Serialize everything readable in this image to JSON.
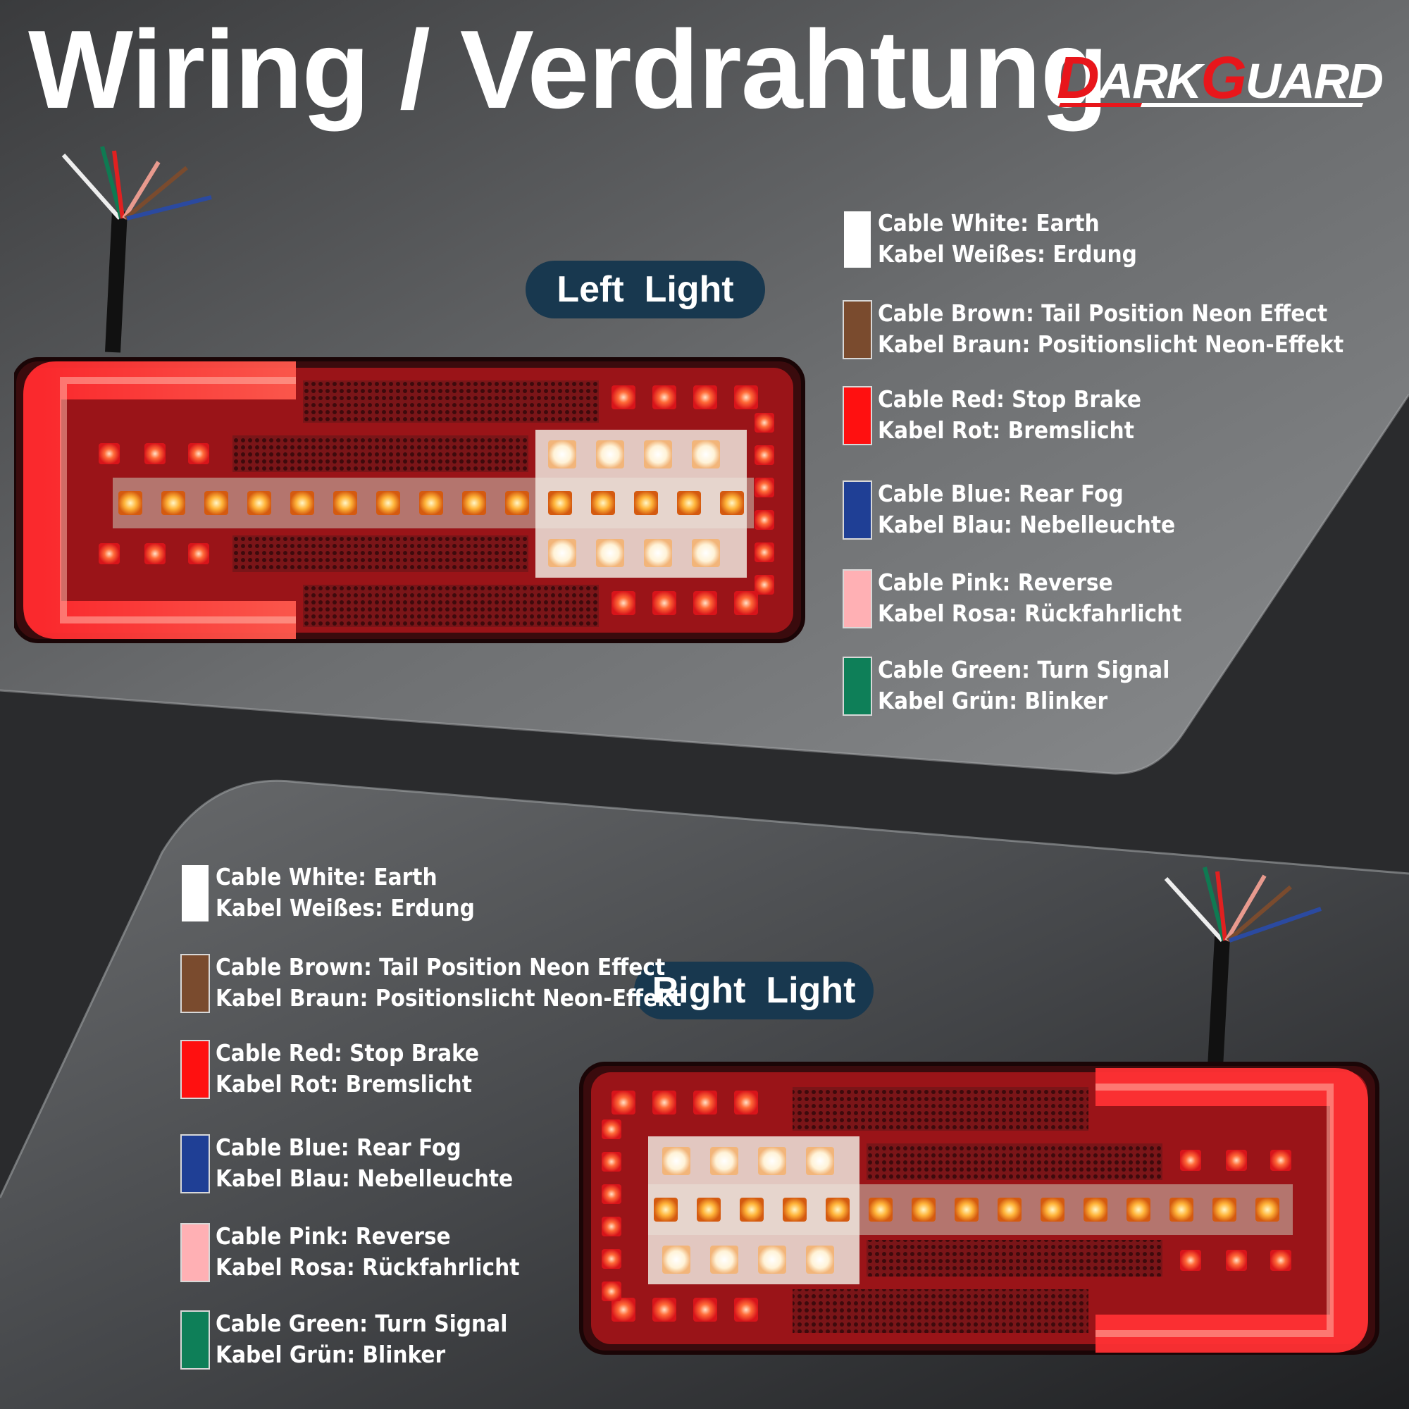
{
  "title": "Wiring / Verdrahtung",
  "brand": {
    "part1": "DARK",
    "part2": "GUARD"
  },
  "left_light": {
    "label": "Left  Light",
    "legend": [
      {
        "color": "#ffffff",
        "line1": "Cable White: Earth",
        "line2": "Kabel Weißes: Erdung"
      },
      {
        "color": "#7a4b2e",
        "line1": "Cable Brown: Tail Position Neon Effect",
        "line2": "Kabel Braun: Positionslicht Neon-Effekt"
      },
      {
        "color": "#ff1010",
        "line1": "Cable Red: Stop Brake",
        "line2": "Kabel Rot:  Bremslicht"
      },
      {
        "color": "#1f3f95",
        "line1": "Cable Blue: Rear Fog",
        "line2": "Kabel Blau: Nebelleuchte"
      },
      {
        "color": "#ffb0b4",
        "line1": "Cable Pink: Reverse",
        "line2": "Kabel Rosa: Rückfahrlicht"
      },
      {
        "color": "#0e7f58",
        "line1": "Cable Green: Turn Signal",
        "line2": "Kabel Grün: Blinker"
      }
    ]
  },
  "right_light": {
    "label": "Right  Light",
    "legend": [
      {
        "color": "#ffffff",
        "line1": "Cable White: Earth",
        "line2": "Kabel Weißes: Erdung"
      },
      {
        "color": "#7a4b2e",
        "line1": "Cable Brown: Tail Position Neon Effect",
        "line2": "Kabel Braun: Positionslicht Neon-Effekt"
      },
      {
        "color": "#ff1010",
        "line1": "Cable Red: Stop Brake",
        "line2": "Kabel Rot:  Bremslicht"
      },
      {
        "color": "#1f3f95",
        "line1": "Cable Blue: Rear Fog",
        "line2": "Kabel Blau: Nebelleuchte"
      },
      {
        "color": "#ffb0b4",
        "line1": "Cable Pink: Reverse",
        "line2": "Kabel Rosa: Rückfahrlicht"
      },
      {
        "color": "#0e7f58",
        "line1": "Cable Green: Turn Signal",
        "line2": "Kabel Grün: Blinker"
      }
    ]
  },
  "colors": {
    "accent_red": "#e8161b",
    "pill_bg": "#18384f",
    "panel_light": "#6f7173",
    "panel_dark": "#2b2c2e"
  }
}
